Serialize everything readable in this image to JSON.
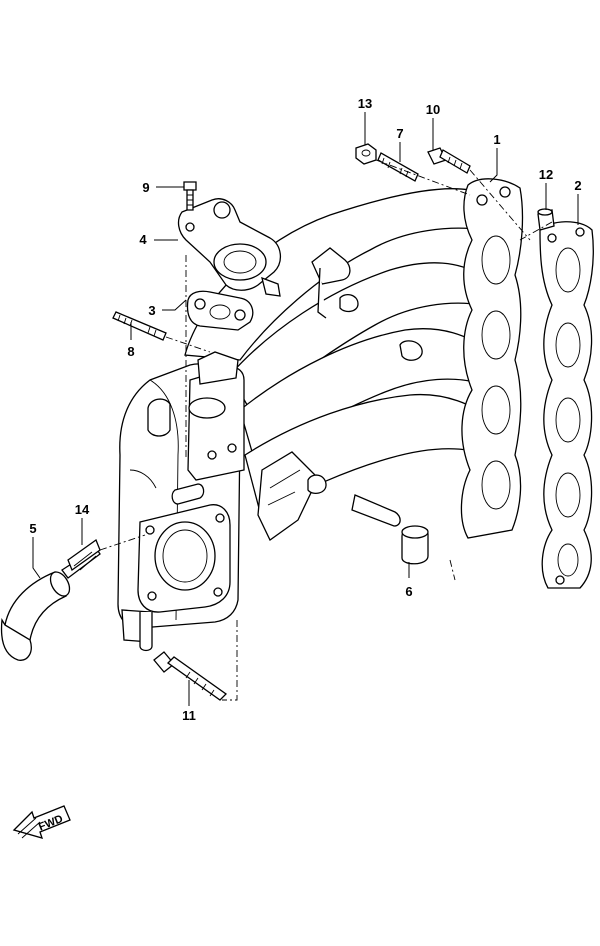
{
  "callouts": {
    "p1": "1",
    "p2": "2",
    "p3": "3",
    "p4": "4",
    "p5": "5",
    "p6": "6",
    "p7": "7",
    "p8": "8",
    "p9": "9",
    "p10": "10",
    "p11": "11",
    "p12": "12",
    "p13": "13",
    "p14": "14"
  },
  "fwd_label": "FWD"
}
